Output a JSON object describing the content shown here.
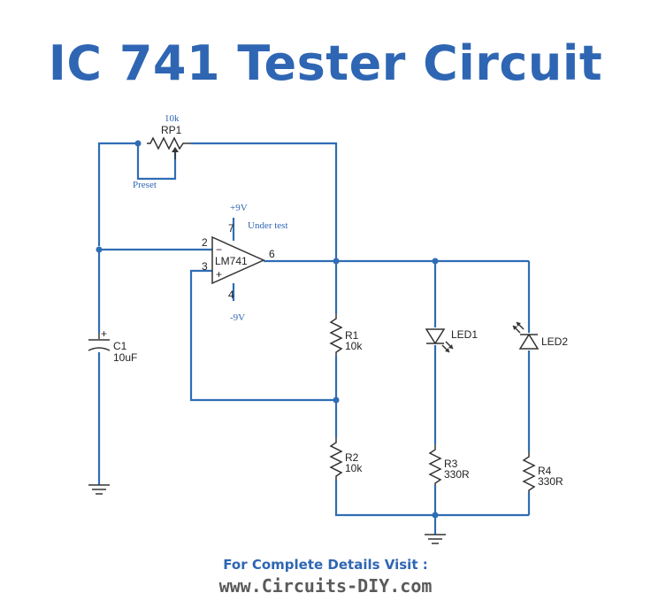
{
  "title": "IC 741 Tester Circuit",
  "footer": {
    "line1": "For Complete Details Visit :",
    "line2": "www.Circuits-DIY.com"
  },
  "components": {
    "rp1": {
      "ref": "RP1",
      "value": "10k",
      "note": "Preset"
    },
    "ic": {
      "ref": "LM741",
      "supply_pos": "+9V",
      "supply_neg": "-9V",
      "note": "Under test",
      "pin_inv": "2",
      "pin_noninv": "3",
      "pin_out": "6",
      "pin_vpos": "7",
      "pin_vneg": "4",
      "sym_minus": "−",
      "sym_plus": "+"
    },
    "c1": {
      "ref": "C1",
      "value": "10uF",
      "polarity": "+"
    },
    "r1": {
      "ref": "R1",
      "value": "10k"
    },
    "r2": {
      "ref": "R2",
      "value": "10k"
    },
    "r3": {
      "ref": "R3",
      "value": "330R"
    },
    "r4": {
      "ref": "R4",
      "value": "330R"
    },
    "led1": {
      "ref": "LED1"
    },
    "led2": {
      "ref": "LED2"
    }
  },
  "colors": {
    "wire": "#2f6db4",
    "title": "#2f66b3",
    "component": "#333333"
  }
}
